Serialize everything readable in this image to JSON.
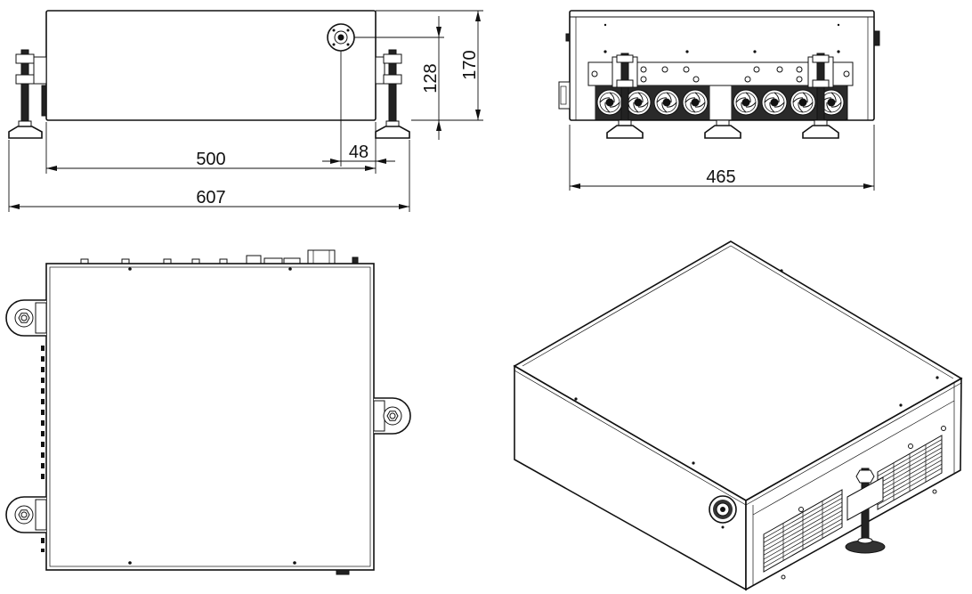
{
  "side_view": {
    "dimensions": {
      "body_length": "500",
      "overall_length": "607",
      "connector_offset": "48",
      "connector_height": "128",
      "overall_height": "170"
    }
  },
  "front_view": {
    "dimensions": {
      "width": "465"
    }
  },
  "colors": {
    "line": "#111111",
    "background": "#ffffff"
  }
}
